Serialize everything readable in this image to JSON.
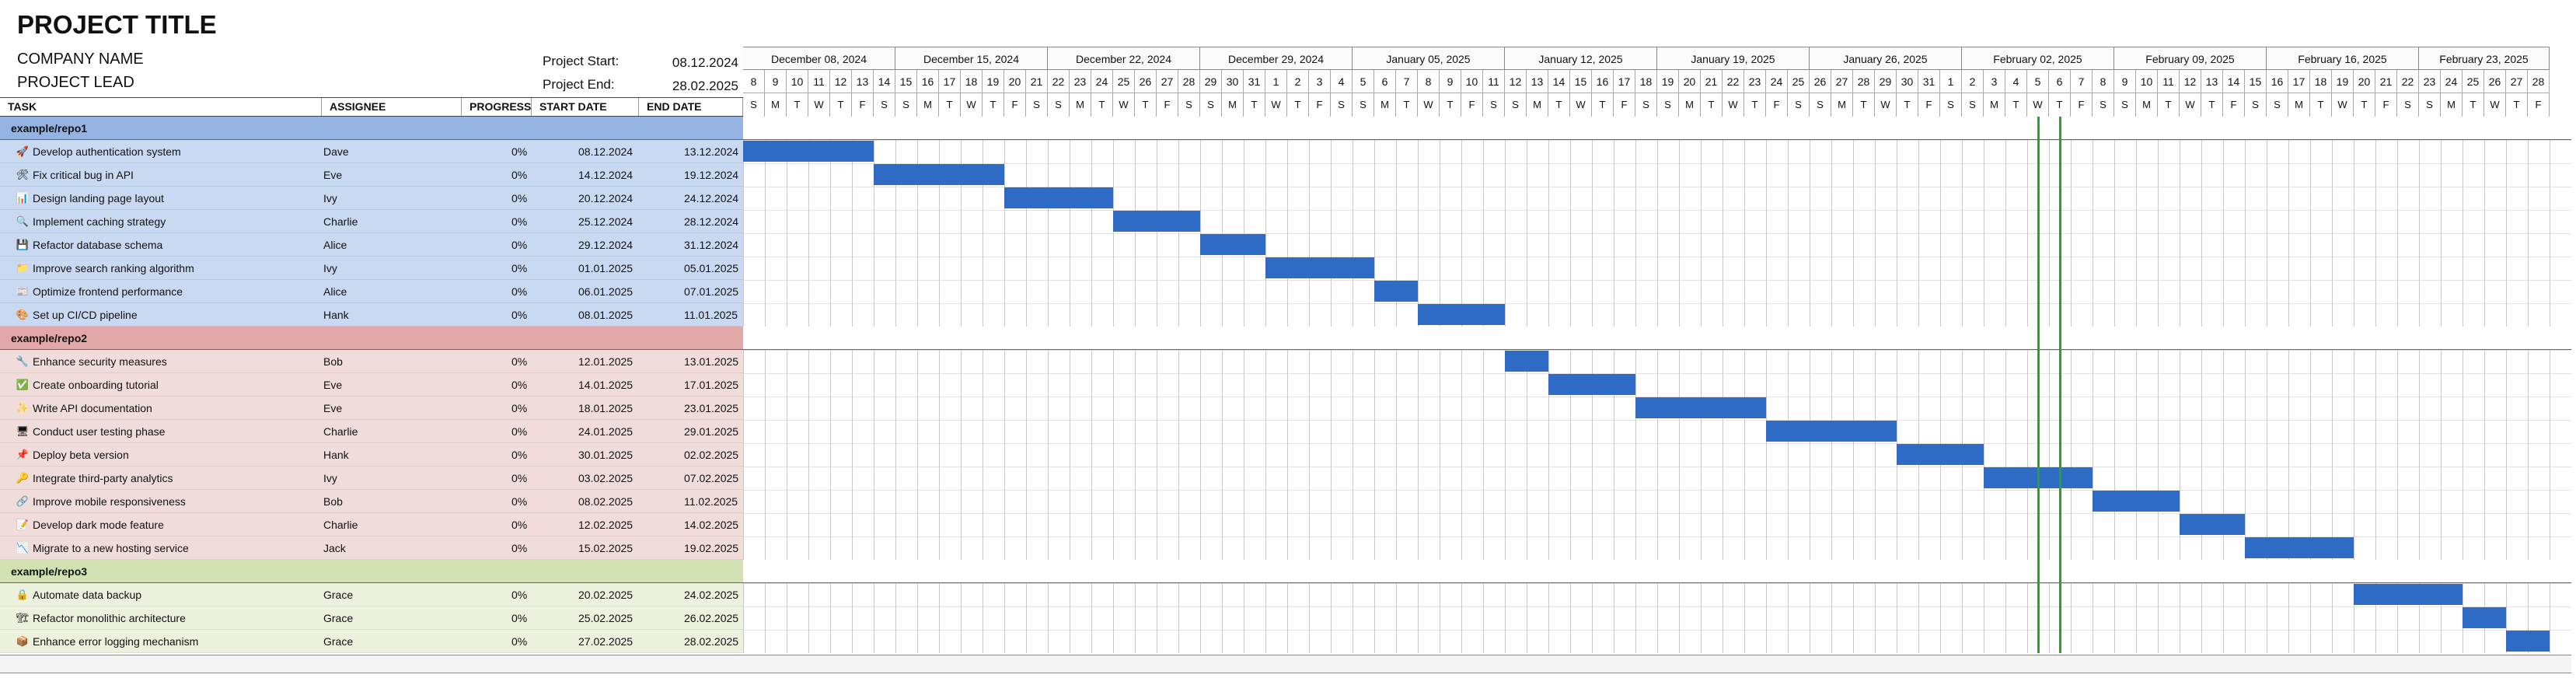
{
  "project": {
    "title": "PROJECT TITLE",
    "company": "COMPANY NAME",
    "lead": "PROJECT LEAD",
    "start_label": "Project Start:",
    "start_value": "08.12.2024",
    "end_label": "Project End:",
    "end_value": "28.02.2025"
  },
  "columns": {
    "task": "TASK",
    "assignee": "ASSIGNEE",
    "progress": "PROGRESS",
    "start": "START DATE",
    "end": "END DATE"
  },
  "timeline": {
    "first_date": "2024-12-08",
    "last_date": "2025-02-28",
    "weeks": [
      "December 08, 2024",
      "December 15, 2024",
      "December 22, 2024",
      "December 29, 2024",
      "January 05, 2025",
      "January 12, 2025",
      "January 19, 2025",
      "January 26, 2025",
      "February 02, 2025",
      "February 09, 2025",
      "February 16, 2025",
      "February 23, 2025"
    ],
    "weekday_letters": [
      "S",
      "M",
      "T",
      "W",
      "T",
      "F",
      "S"
    ],
    "today_markers": [
      "2025-02-05",
      "2025-02-06"
    ]
  },
  "colors": {
    "bar": "#2e6bc4",
    "today_line": "#2aa12a",
    "group1_header": "#95b3e2",
    "group1_rows": "#c9d9f1",
    "group2_header": "#e2a7a9",
    "group2_rows": "#f1dcdc",
    "group3_header": "#d2e0b2",
    "group3_rows": "#ebf1dd"
  },
  "groups": [
    {
      "name": "example/repo1",
      "header_color": "#95b3e2",
      "row_color": "#c9d9f1",
      "tasks": [
        {
          "icon": "🚀",
          "name": "Develop authentication system",
          "assignee": "Dave",
          "progress": "0%",
          "start": "08.12.2024",
          "end": "13.12.2024"
        },
        {
          "icon": "🛠",
          "name": "Fix critical bug in API",
          "assignee": "Eve",
          "progress": "0%",
          "start": "14.12.2024",
          "end": "19.12.2024"
        },
        {
          "icon": "📊",
          "name": "Design landing page layout",
          "assignee": "Ivy",
          "progress": "0%",
          "start": "20.12.2024",
          "end": "24.12.2024"
        },
        {
          "icon": "🔍",
          "name": "Implement caching strategy",
          "assignee": "Charlie",
          "progress": "0%",
          "start": "25.12.2024",
          "end": "28.12.2024"
        },
        {
          "icon": "💾",
          "name": "Refactor database schema",
          "assignee": "Alice",
          "progress": "0%",
          "start": "29.12.2024",
          "end": "31.12.2024"
        },
        {
          "icon": "📁",
          "name": "Improve search ranking algorithm",
          "assignee": "Ivy",
          "progress": "0%",
          "start": "01.01.2025",
          "end": "05.01.2025"
        },
        {
          "icon": "📰",
          "name": "Optimize frontend performance",
          "assignee": "Alice",
          "progress": "0%",
          "start": "06.01.2025",
          "end": "07.01.2025"
        },
        {
          "icon": "🎨",
          "name": "Set up CI/CD pipeline",
          "assignee": "Hank",
          "progress": "0%",
          "start": "08.01.2025",
          "end": "11.01.2025"
        }
      ]
    },
    {
      "name": "example/repo2",
      "header_color": "#e2a7a9",
      "row_color": "#f1dcdc",
      "tasks": [
        {
          "icon": "🔧",
          "name": "Enhance security measures",
          "assignee": "Bob",
          "progress": "0%",
          "start": "12.01.2025",
          "end": "13.01.2025"
        },
        {
          "icon": "✅",
          "name": "Create onboarding tutorial",
          "assignee": "Eve",
          "progress": "0%",
          "start": "14.01.2025",
          "end": "17.01.2025"
        },
        {
          "icon": "✨",
          "name": "Write API documentation",
          "assignee": "Eve",
          "progress": "0%",
          "start": "18.01.2025",
          "end": "23.01.2025"
        },
        {
          "icon": "🖥",
          "name": "Conduct user testing phase",
          "assignee": "Charlie",
          "progress": "0%",
          "start": "24.01.2025",
          "end": "29.01.2025"
        },
        {
          "icon": "📌",
          "name": "Deploy beta version",
          "assignee": "Hank",
          "progress": "0%",
          "start": "30.01.2025",
          "end": "02.02.2025"
        },
        {
          "icon": "🔑",
          "name": "Integrate third-party analytics",
          "assignee": "Ivy",
          "progress": "0%",
          "start": "03.02.2025",
          "end": "07.02.2025"
        },
        {
          "icon": "🔗",
          "name": "Improve mobile responsiveness",
          "assignee": "Bob",
          "progress": "0%",
          "start": "08.02.2025",
          "end": "11.02.2025"
        },
        {
          "icon": "📝",
          "name": "Develop dark mode feature",
          "assignee": "Charlie",
          "progress": "0%",
          "start": "12.02.2025",
          "end": "14.02.2025"
        },
        {
          "icon": "📉",
          "name": "Migrate to a new hosting service",
          "assignee": "Jack",
          "progress": "0%",
          "start": "15.02.2025",
          "end": "19.02.2025"
        }
      ]
    },
    {
      "name": "example/repo3",
      "header_color": "#d2e0b2",
      "row_color": "#ebf1dd",
      "tasks": [
        {
          "icon": "🔒",
          "name": "Automate data backup",
          "assignee": "Grace",
          "progress": "0%",
          "start": "20.02.2025",
          "end": "24.02.2025"
        },
        {
          "icon": "🏗",
          "name": "Refactor monolithic architecture",
          "assignee": "Grace",
          "progress": "0%",
          "start": "25.02.2025",
          "end": "26.02.2025"
        },
        {
          "icon": "📦",
          "name": "Enhance error logging mechanism",
          "assignee": "Grace",
          "progress": "0%",
          "start": "27.02.2025",
          "end": "28.02.2025"
        }
      ]
    }
  ]
}
